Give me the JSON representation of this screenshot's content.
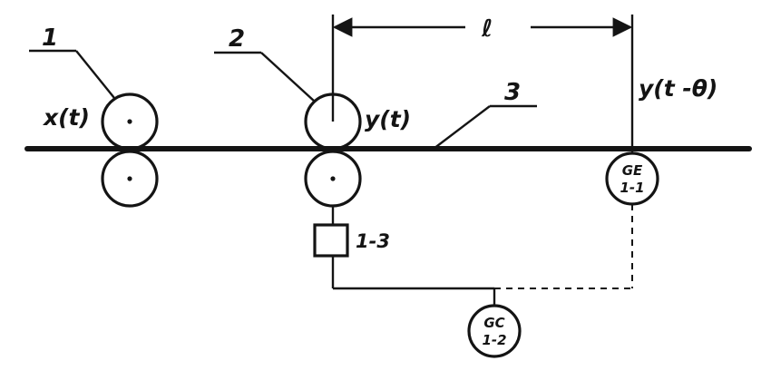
{
  "labels": {
    "roll_1": "1",
    "roll_2": "2",
    "strip_3": "3",
    "length": "ℓ",
    "input_signal": "x(t)",
    "output_signal": "y(t)",
    "delayed_signal": "y(t -θ)",
    "actuator": "1-3"
  },
  "instruments": [
    {
      "line1": "GE",
      "line2": "1-1"
    },
    {
      "line1": "GC",
      "line2": "1-2"
    }
  ],
  "colors": {
    "ink": "#141414",
    "paper": "#ffffff"
  }
}
